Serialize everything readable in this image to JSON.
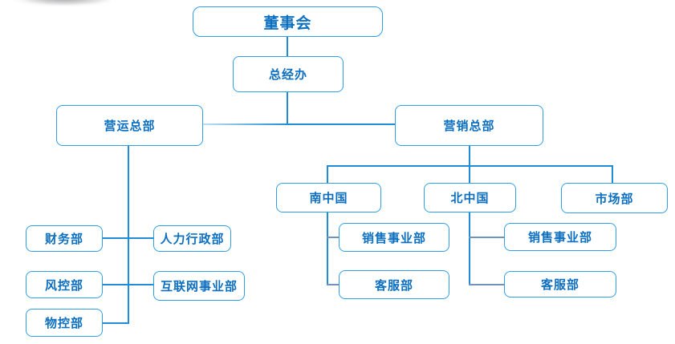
{
  "colors": {
    "box-border": "#2F9FE6",
    "node-text": "#0D6FC0",
    "line": "#1E8CD8",
    "line-muted": "#6E93BC"
  },
  "org": {
    "tree": {
      "label": "董事会",
      "children": [
        {
          "label": "总经办",
          "children": [
            {
              "label": "营运总部",
              "children": [
                {
                  "label": "财务部"
                },
                {
                  "label": "人力行政部"
                },
                {
                  "label": "风控部"
                },
                {
                  "label": "互联网事业部"
                },
                {
                  "label": "物控部"
                }
              ]
            },
            {
              "label": "营销总部",
              "children": [
                {
                  "label": "南中国",
                  "children": [
                    {
                      "label": "销售事业部"
                    },
                    {
                      "label": "客服部"
                    }
                  ]
                },
                {
                  "label": "北中国",
                  "children": [
                    {
                      "label": "销售事业部"
                    },
                    {
                      "label": "客服部"
                    }
                  ]
                },
                {
                  "label": "市场部"
                }
              ]
            }
          ]
        }
      ]
    }
  }
}
